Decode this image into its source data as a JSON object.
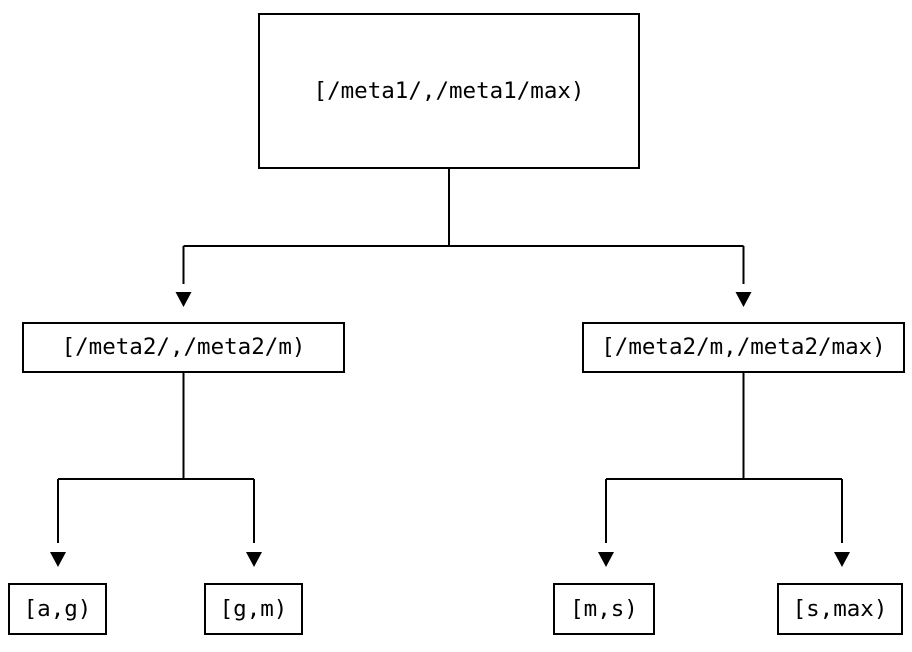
{
  "diagram": {
    "title": "interval-partition-tree",
    "background_color": "#ffffff",
    "line_color": "#000000",
    "nodes": {
      "root": {
        "label": "[/meta1/,/meta1/max)"
      },
      "mid_left": {
        "label": "[/meta2/,/meta2/m)"
      },
      "mid_right": {
        "label": "[/meta2/m,/meta2/max)"
      },
      "leaf_ag": {
        "label": "[a,g)"
      },
      "leaf_gm": {
        "label": "[g,m)"
      },
      "leaf_ms": {
        "label": "[m,s)"
      },
      "leaf_smax": {
        "label": "[s,max)"
      }
    },
    "edges": [
      {
        "from": "root",
        "to": "mid_left"
      },
      {
        "from": "root",
        "to": "mid_right"
      },
      {
        "from": "mid_left",
        "to": "leaf_ag"
      },
      {
        "from": "mid_left",
        "to": "leaf_gm"
      },
      {
        "from": "mid_right",
        "to": "leaf_ms"
      },
      {
        "from": "mid_right",
        "to": "leaf_smax"
      }
    ]
  }
}
